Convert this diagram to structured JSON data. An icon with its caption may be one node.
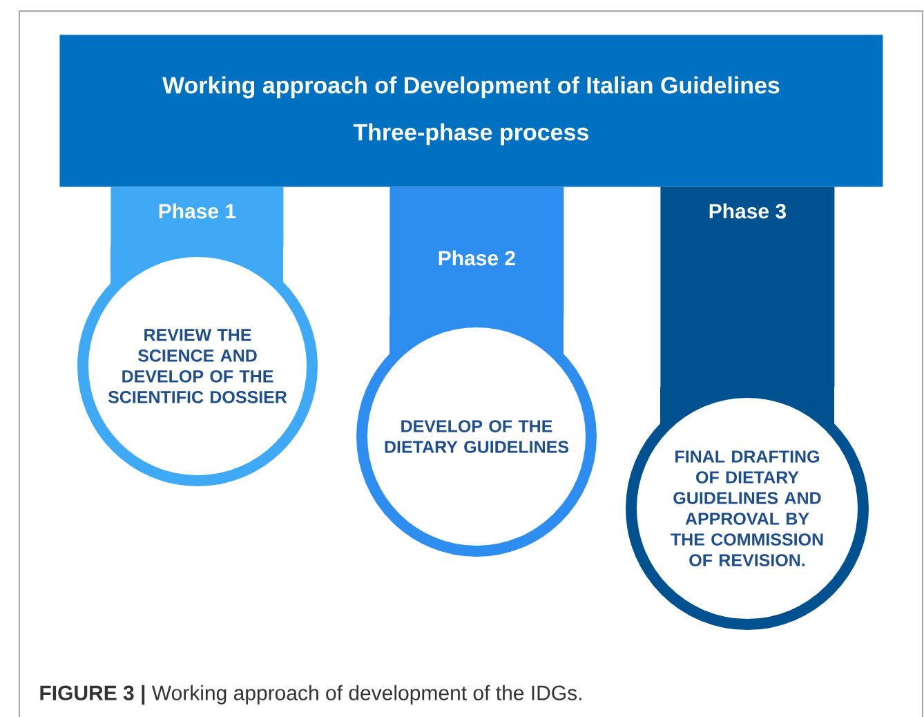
{
  "diagram": {
    "caption": "**FIGURE 3 |** Working approach of development of the IDGs.",
    "nodes": [
      {
        "text": [
          "Working approach of Development of Italian Guidelines",
          "Three-phase process"
        ]
      },
      {
        "text": [
          "Phase 1"
        ]
      },
      {
        "text": [
          "REVIEW THE SCIENCE AND DEVELOP OF THE SCIENTIFIC DOSSIER"
        ]
      },
      {
        "text": [
          "Phase 2"
        ]
      },
      {
        "text": [
          "DEVELOP OF THE DIETARY GUIDELINES"
        ]
      },
      {
        "text": [
          "Phase 3"
        ]
      },
      {
        "text": [
          "FINAL DRAFTING OF DIETARY GUIDELINES AND APPROVAL BY THE COMMISSION OF REVISION."
        ]
      }
    ],
    "edges": []
  }
}
